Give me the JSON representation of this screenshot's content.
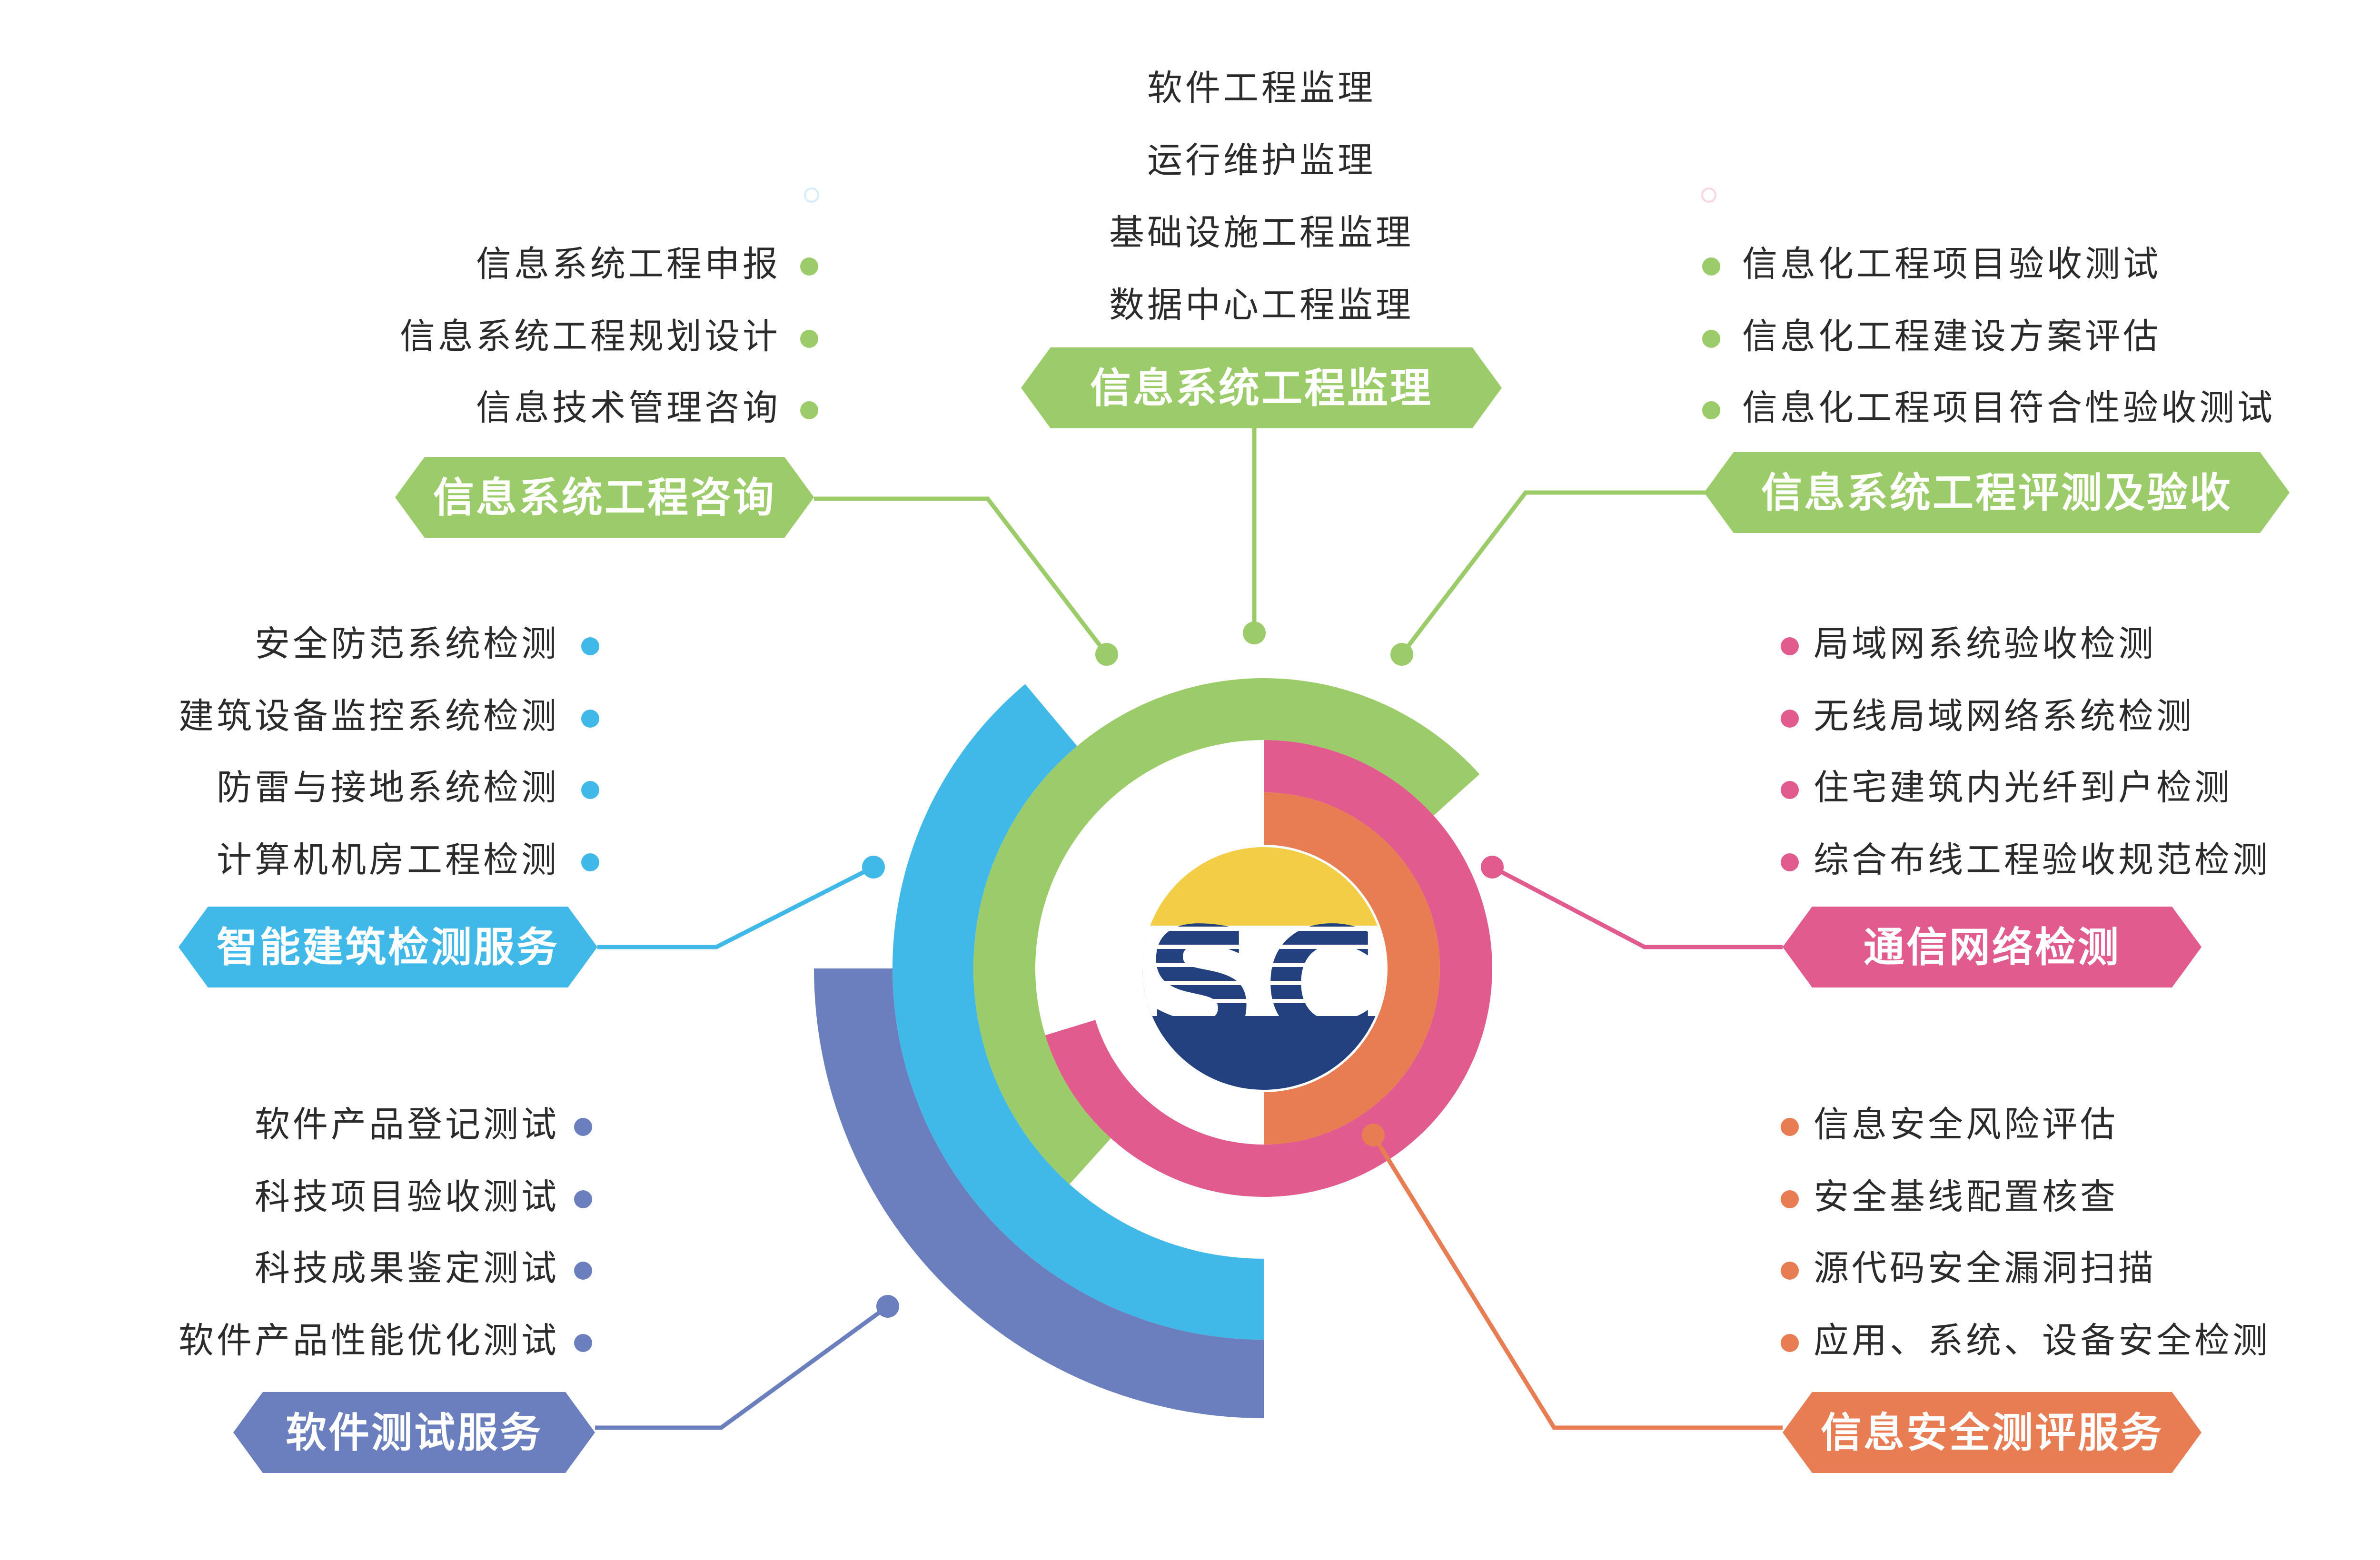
{
  "colors": {
    "green": "#9ccb6a",
    "blue": "#41b9e8",
    "purple": "#6b7fbf",
    "pink": "#e25b8e",
    "orange": "#e87c52",
    "logo_yellow": "#f3cd45",
    "logo_navy": "#23417f"
  },
  "center_logo": {
    "text": "SC"
  },
  "categories": [
    {
      "id": "consult",
      "title": "信息系统工程咨询",
      "color": "#9ccb6a",
      "items": [
        "信息系统工程申报",
        "信息系统工程规划设计",
        "信息技术管理咨询"
      ]
    },
    {
      "id": "supervise",
      "title": "信息系统工程监理",
      "color": "#9ccb6a",
      "items": [
        "软件工程监理",
        "运行维护监理",
        "基础设施工程监理",
        "数据中心工程监理"
      ]
    },
    {
      "id": "evaluate",
      "title": "信息系统工程评测及验收",
      "color": "#9ccb6a",
      "items": [
        "信息化工程项目验收测试",
        "信息化工程建设方案评估",
        "信息化工程项目符合性验收测试"
      ]
    },
    {
      "id": "building",
      "title": "智能建筑检测服务",
      "color": "#41b9e8",
      "items": [
        "安全防范系统检测",
        "建筑设备监控系统检测",
        "防雷与接地系统检测",
        "计算机机房工程检测"
      ]
    },
    {
      "id": "network",
      "title": "通信网络检测",
      "color": "#e25b8e",
      "items": [
        "局域网系统验收检测",
        "无线局域网络系统检测",
        "住宅建筑内光纤到户检测",
        "综合布线工程验收规范检测"
      ]
    },
    {
      "id": "software",
      "title": "软件测试服务",
      "color": "#6b7fbf",
      "items": [
        "软件产品登记测试",
        "科技项目验收测试",
        "科技成果鉴定测试",
        "软件产品性能优化测试"
      ]
    },
    {
      "id": "security",
      "title": "信息安全测评服务",
      "color": "#e87c52",
      "items": [
        "信息安全风险评估",
        "安全基线配置核查",
        "源代码安全漏洞扫描",
        "应用、系统、设备安全检测"
      ]
    }
  ]
}
